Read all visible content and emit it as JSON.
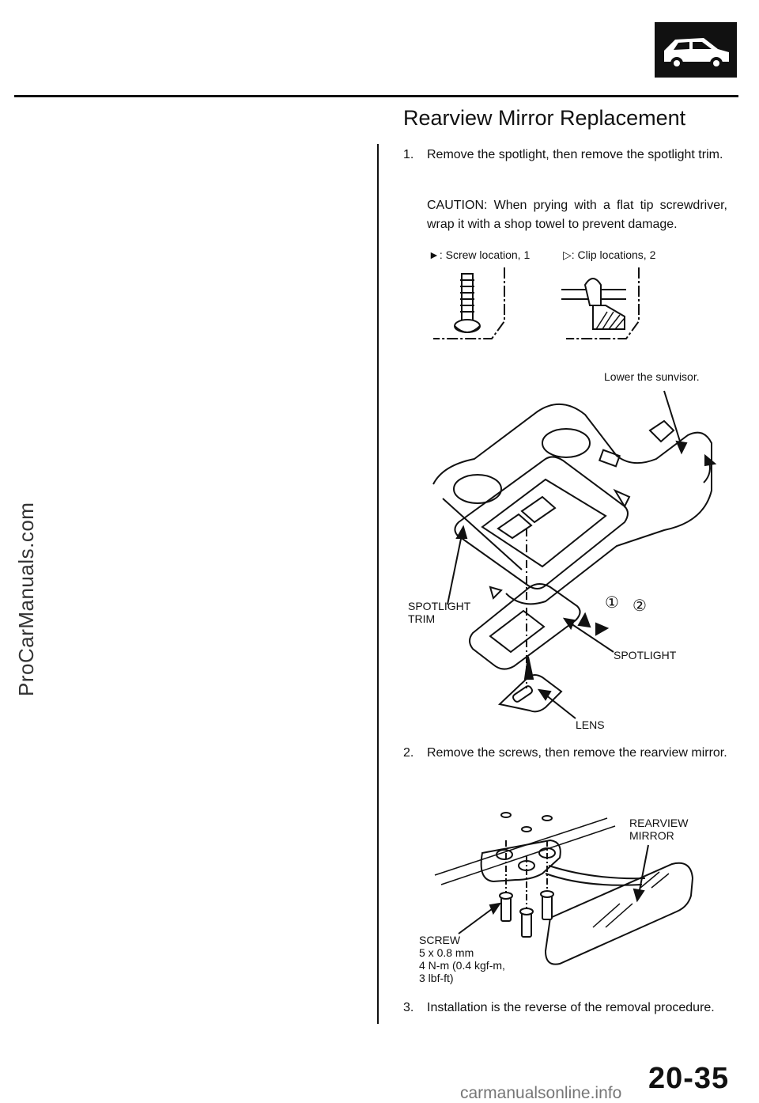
{
  "page": {
    "title": "Rearview Mirror Replacement",
    "side_watermark": "ProCarManuals.com",
    "page_number": "20-35",
    "footer_watermark": "carmanualsonline.info"
  },
  "steps": [
    {
      "num": "1.",
      "text": "Remove the spotlight, then remove the spotlight trim."
    },
    {
      "num": "2.",
      "text": "Remove the screws, then remove the rearview mirror."
    },
    {
      "num": "3.",
      "text": "Installation is the reverse of the removal procedure."
    }
  ],
  "caution": "CAUTION: When prying with a flat tip screwdriver, wrap it with a shop towel to prevent damage.",
  "legend": {
    "screw": "Screw location, 1",
    "clip": "Clip locations, 2"
  },
  "diagram_labels": {
    "sunvisor": "Lower the sunvisor.",
    "spotlight_trim_1": "SPOTLIGHT",
    "spotlight_trim_2": "TRIM",
    "spotlight": "SPOTLIGHT",
    "lens": "LENS",
    "mirror_1": "REARVIEW",
    "mirror_2": "MIRROR",
    "screw": "SCREW",
    "screw_size": "5 x 0.8 mm",
    "torque_1": "4 N-m (0.4 kgf-m,",
    "torque_2": "3 lbf-ft)",
    "callout_1": "①",
    "callout_2": "②"
  },
  "colors": {
    "ink": "#111111",
    "background": "#ffffff"
  },
  "icons": [
    "car-icon",
    "screw-icon",
    "clip-icon",
    "solid-triangle-icon",
    "hollow-triangle-icon"
  ]
}
